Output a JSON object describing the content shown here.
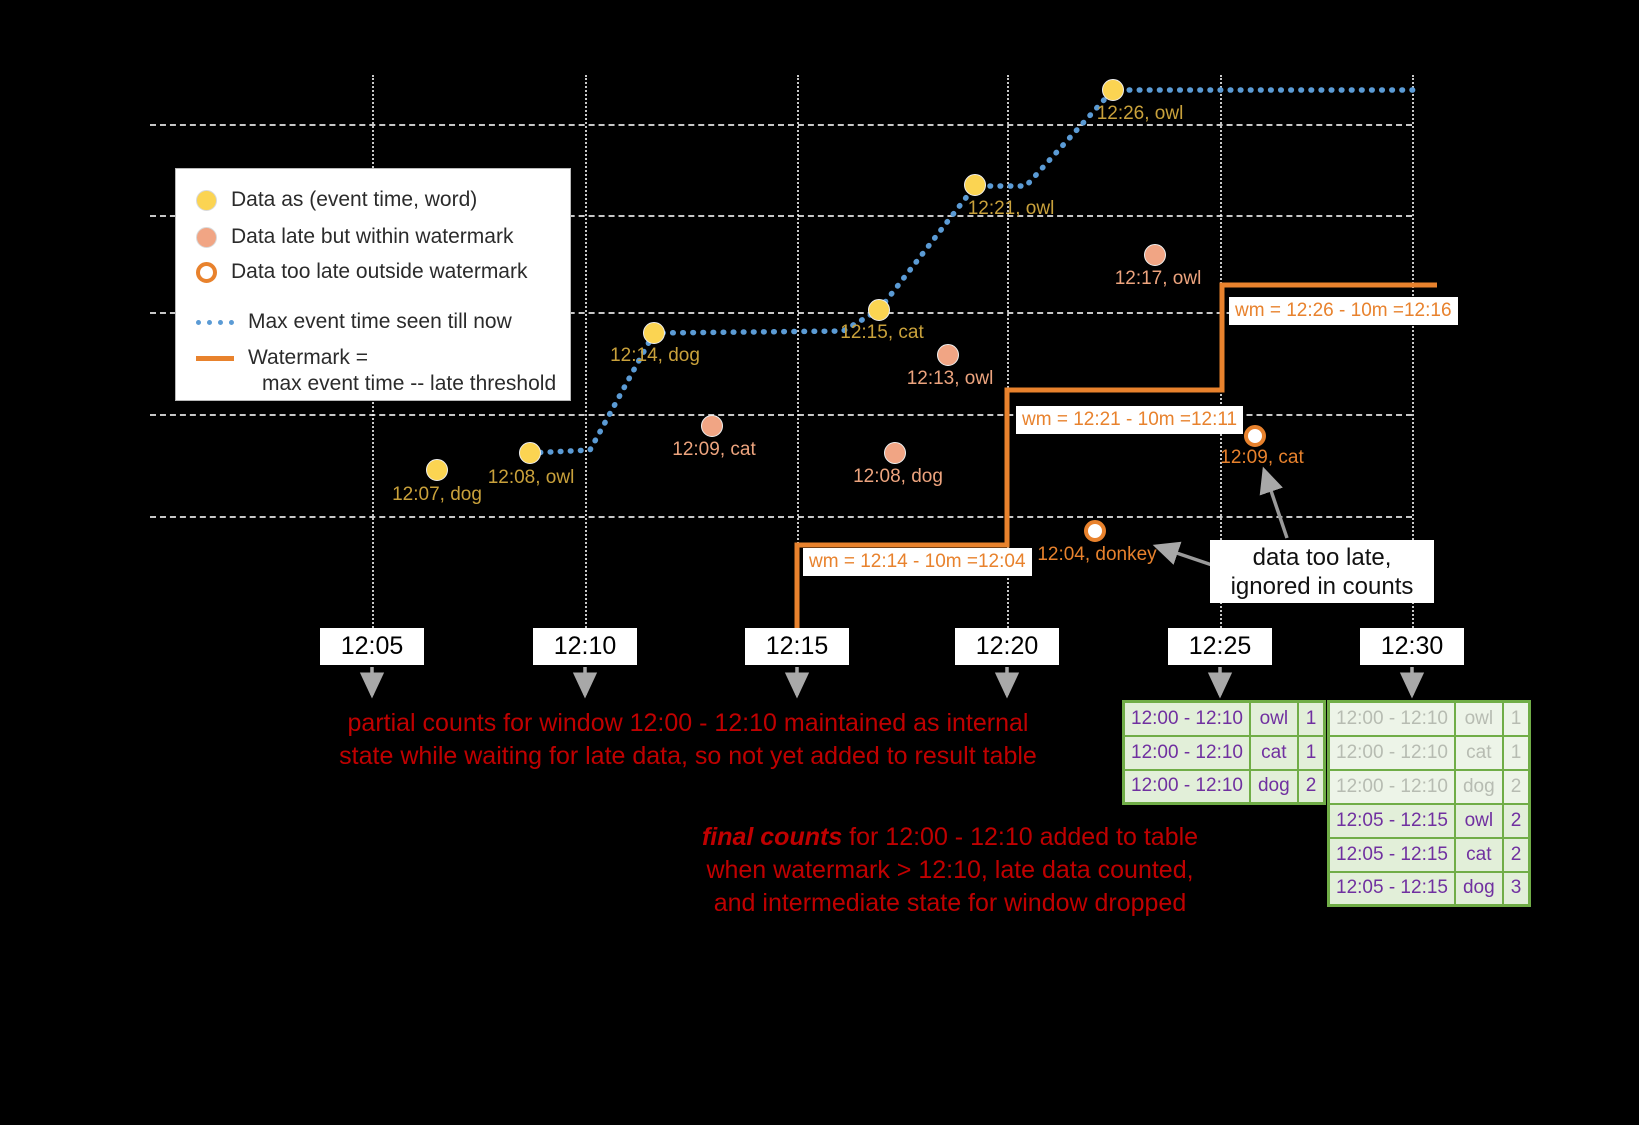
{
  "legend": {
    "item_on_time": "Data as (event time, word)",
    "item_late": "Data late but within watermark",
    "item_too_late": "Data too late outside watermark",
    "item_max_event": "Max event time seen till now",
    "item_watermark_line1": "Watermark =",
    "item_watermark_line2": "max event time -- late threshold"
  },
  "axis": {
    "ticks": [
      "12:05",
      "12:10",
      "12:15",
      "12:20",
      "12:25",
      "12:30"
    ]
  },
  "points": {
    "on_time": [
      {
        "label": "12:07, dog"
      },
      {
        "label": "12:08, owl"
      },
      {
        "label": "12:14, dog"
      },
      {
        "label": "12:15, cat"
      },
      {
        "label": "12:21, owl"
      },
      {
        "label": "12:26, owl"
      }
    ],
    "late": [
      {
        "label": "12:09, cat"
      },
      {
        "label": "12:08, dog"
      },
      {
        "label": "12:13, owl"
      },
      {
        "label": "12:17, owl"
      }
    ],
    "too_late": [
      {
        "label": "12:04, donkey"
      },
      {
        "label": "12:09, cat"
      }
    ]
  },
  "watermarks": [
    {
      "label": "wm = 12:14 - 10m =12:04"
    },
    {
      "label": "wm = 12:21 - 10m =12:11"
    },
    {
      "label": "wm = 12:26 - 10m =12:16"
    }
  ],
  "annotations": {
    "partial_line1": "partial counts for window 12:00 - 12:10 maintained as internal",
    "partial_line2": "state while waiting for late data, so not yet added  to result table",
    "final_bold": "final counts",
    "final_line1_rest": " for 12:00 - 12:10 added to table",
    "final_line2": "when watermark > 12:10, late data counted,",
    "final_line3": "and intermediate state for window dropped",
    "too_late_line1": "data too late,",
    "too_late_line2": "ignored in counts"
  },
  "tables": {
    "t25": {
      "rows": [
        {
          "window": "12:00 - 12:10",
          "word": "owl",
          "count": "1"
        },
        {
          "window": "12:00 - 12:10",
          "word": "cat",
          "count": "1"
        },
        {
          "window": "12:00 - 12:10",
          "word": "dog",
          "count": "2"
        }
      ]
    },
    "t30": {
      "faded_rows": [
        {
          "window": "12:00 - 12:10",
          "word": "owl",
          "count": "1"
        },
        {
          "window": "12:00 - 12:10",
          "word": "cat",
          "count": "1"
        },
        {
          "window": "12:00 - 12:10",
          "word": "dog",
          "count": "2"
        }
      ],
      "rows": [
        {
          "window": "12:05 - 12:15",
          "word": "owl",
          "count": "2"
        },
        {
          "window": "12:05 - 12:15",
          "word": "cat",
          "count": "2"
        },
        {
          "window": "12:05 - 12:15",
          "word": "dog",
          "count": "3"
        }
      ]
    }
  },
  "colors": {
    "on_time_dot": "#FBD452",
    "late_dot": "#F1A584",
    "too_late_ring": "#E8822D",
    "max_event_line": "#5B9BD5",
    "watermark_line": "#E8822D",
    "annotation_red": "#C00000",
    "table_border": "#70AD47",
    "table_text": "#7030A0",
    "background": "#000000"
  }
}
